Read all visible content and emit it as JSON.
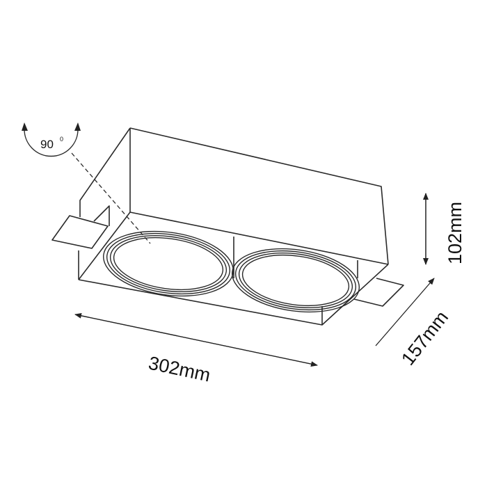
{
  "diagram": {
    "type": "technical-dimension-drawing",
    "subject": "Double recessed downlight housing (two round lamp openings)",
    "rotation": {
      "label": "90",
      "superscript": "0"
    },
    "dimensions": {
      "length": "302mm",
      "depth": "157mm",
      "height": "102mm"
    },
    "colors": {
      "line": "#2a2a2a",
      "background": "#ffffff"
    }
  }
}
